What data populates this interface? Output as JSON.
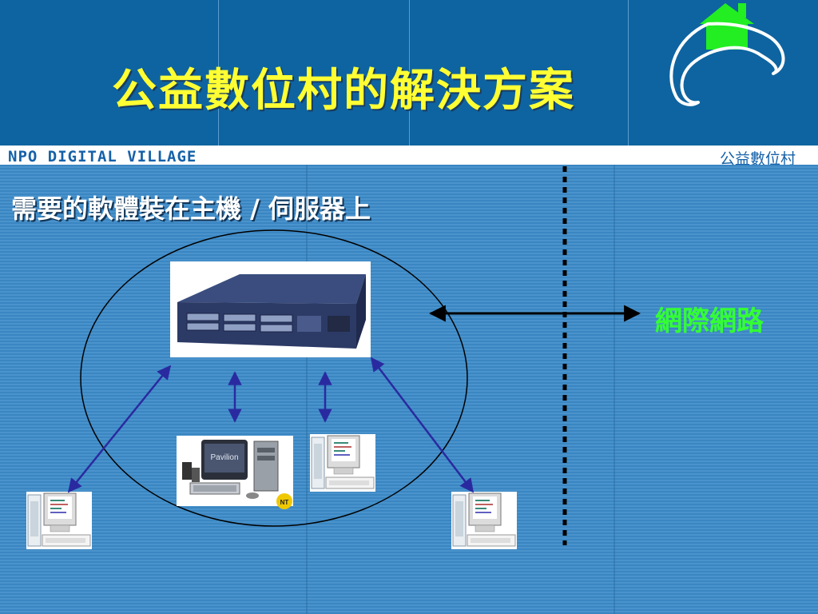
{
  "header": {
    "title": "公益數位村的解決方案"
  },
  "band": {
    "left_text": "NPO DIGITAL VILLAGE",
    "right_text": "公益數位村"
  },
  "main": {
    "subtitle": "需要的軟體裝在主機 / 伺服器上",
    "internet_label": "網際網路",
    "desktop_brand": "Pavilion",
    "nt_badge": "NT"
  },
  "colors": {
    "header_bg": "#0e64a0",
    "title": "#ffff33",
    "internet": "#33ff33",
    "arrows": "#2a2aa0",
    "logo_house": "#22ee22"
  },
  "icons": [
    "house-logo-icon",
    "server-icon",
    "desktop-computer-icon",
    "workstation-icon",
    "double-arrow-icon"
  ]
}
